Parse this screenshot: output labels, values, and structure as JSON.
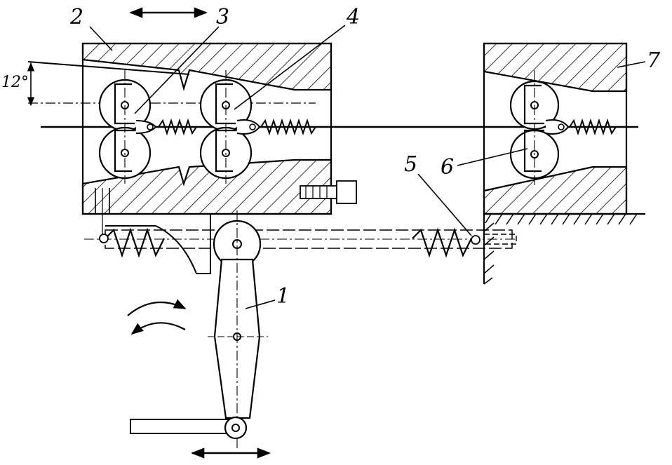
{
  "labels": {
    "crank": "1",
    "slide_body": "2",
    "gripper_moving_left": "3",
    "gripper_moving_right": "4",
    "spring": "5",
    "gripper_fixed": "6",
    "fixed_body": "7"
  },
  "angle_label": "12°",
  "colors": {
    "ink": "#000000",
    "paper": "#ffffff"
  },
  "icons": [
    "double-arrow-icon",
    "rotation-arrows-icon"
  ]
}
